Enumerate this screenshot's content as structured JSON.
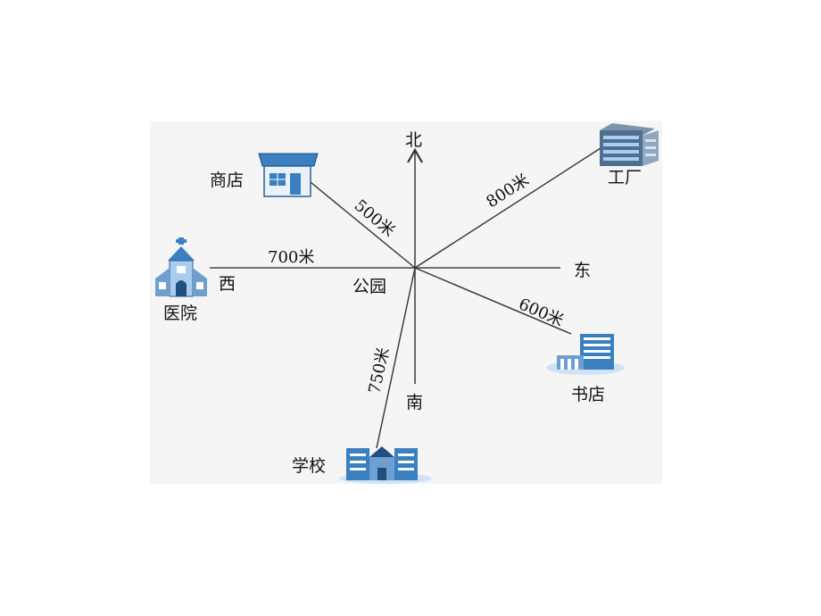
{
  "directions": {
    "north": "北",
    "south": "南",
    "east": "东",
    "west": "西"
  },
  "center": {
    "label": "公园"
  },
  "places": {
    "shop": {
      "label": "商店",
      "distance": "500米",
      "icon": "shop-icon"
    },
    "factory": {
      "label": "工厂",
      "distance": "800米",
      "icon": "factory-icon"
    },
    "hospital": {
      "label": "医院",
      "distance": "700米",
      "icon": "hospital-icon"
    },
    "bookstore": {
      "label": "书店",
      "distance": "600米",
      "icon": "bookstore-icon"
    },
    "school": {
      "label": "学校",
      "distance": "750米",
      "icon": "school-icon"
    }
  },
  "colors": {
    "icon_blue": "#3a7fc0",
    "icon_light": "#a9cdee",
    "icon_dark": "#1f4f7f",
    "panel": "#f5f5f5"
  }
}
